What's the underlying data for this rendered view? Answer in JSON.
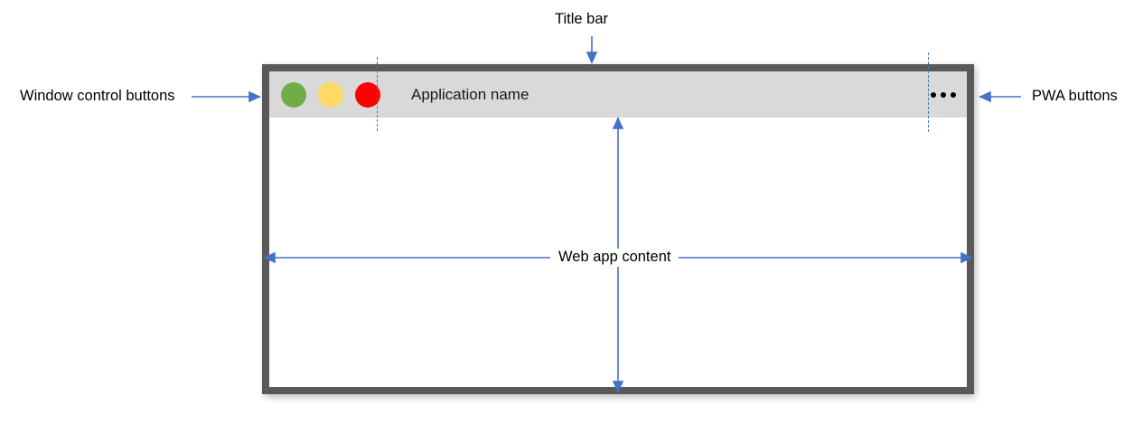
{
  "diagram": {
    "title_bar_annotation": "Title bar",
    "window_controls_annotation": "Window control buttons",
    "pwa_annotation": "PWA buttons",
    "web_app_content_annotation": "Web app content"
  },
  "window": {
    "app_title": "Application name",
    "frame_color": "#595959",
    "titlebar_color": "#d9d9d9",
    "content_color": "#ffffff",
    "controls": [
      {
        "name": "minimize",
        "color": "#70ad47"
      },
      {
        "name": "maximize",
        "color": "#ffd966"
      },
      {
        "name": "close",
        "color": "#ff0000"
      }
    ],
    "pwa_menu_icon": "ellipsis-icon"
  },
  "annotation_style": {
    "arrow_color": "#4472c4",
    "guide_color": "#4472c4",
    "text_color": "#000000"
  }
}
